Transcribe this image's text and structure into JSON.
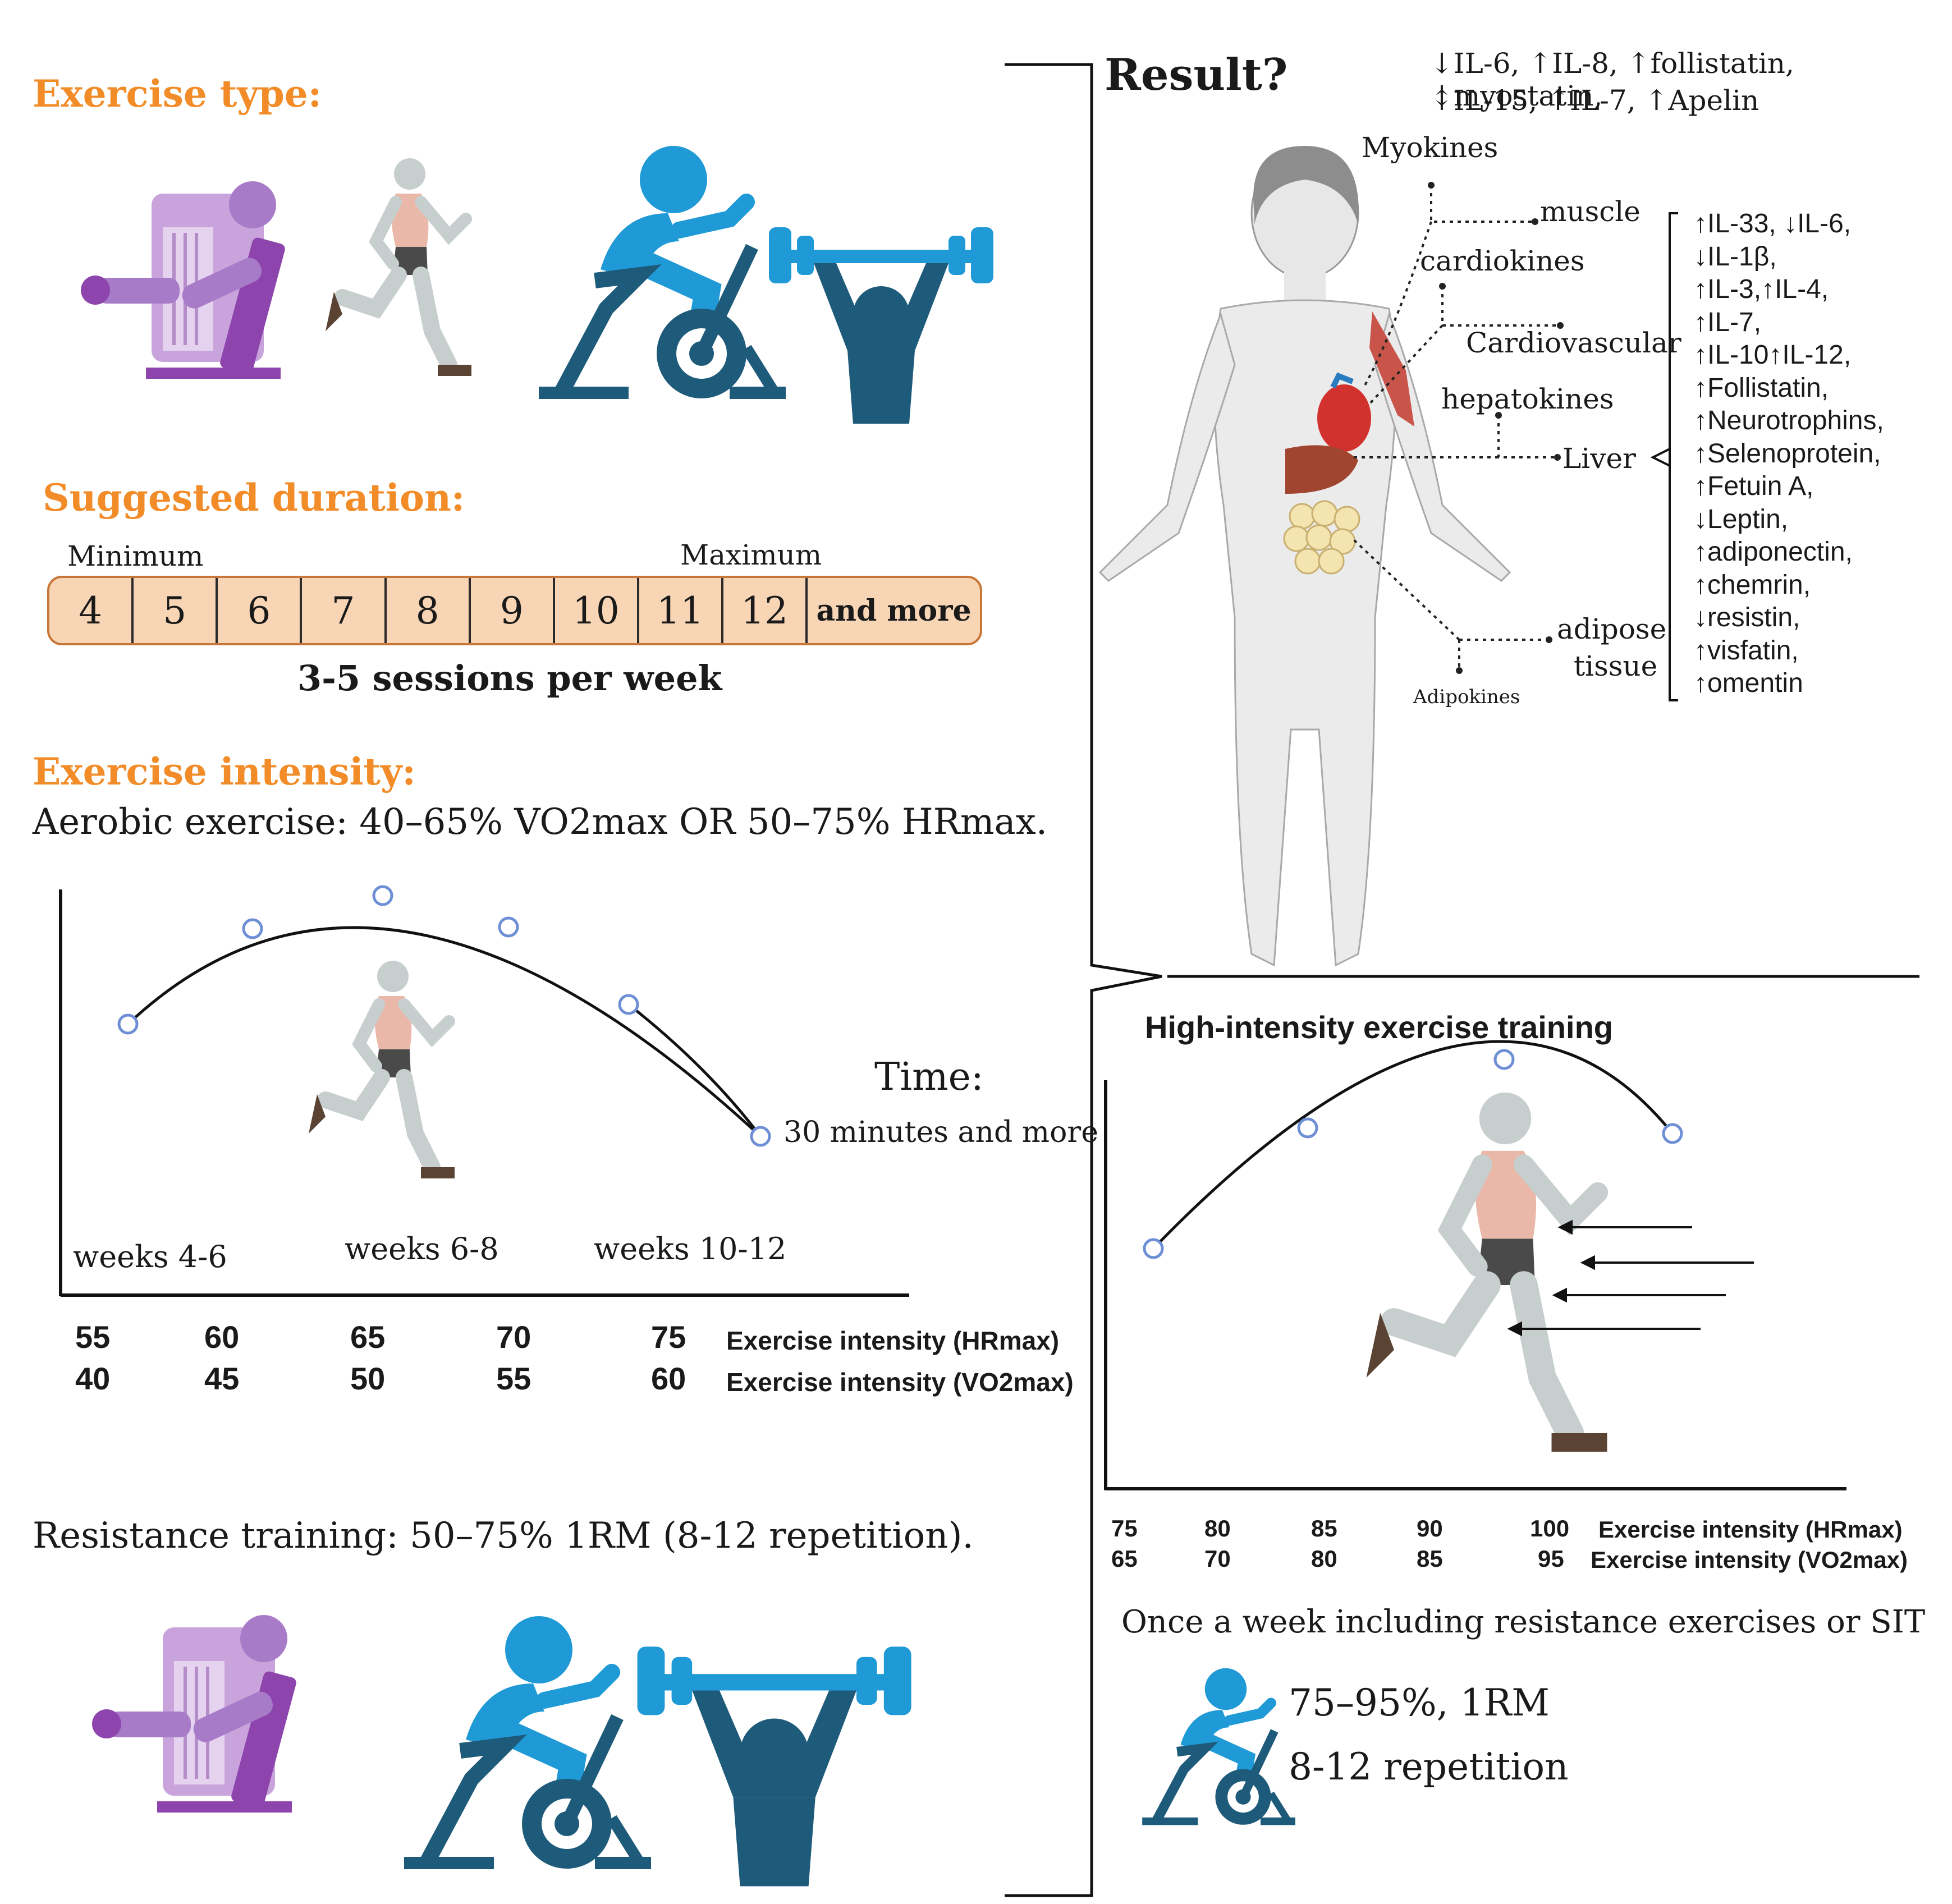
{
  "exercise_type": {
    "title": "Exercise type:"
  },
  "duration": {
    "title": "Suggested duration:",
    "min_label": "Minimum",
    "max_label": "Maximum",
    "cells": [
      "4",
      "5",
      "6",
      "7",
      "8",
      "9",
      "10",
      "11",
      "12",
      "and more"
    ],
    "sessions": "3-5 sessions per week"
  },
  "intensity": {
    "title": "Exercise intensity:",
    "aerobic": "Aerobic exercise: 40–65% VO2max OR 50–75% HRmax.",
    "time_label": "Time:",
    "time_value": "30 minutes and more",
    "weeks": [
      "weeks 4-6",
      "weeks 6-8",
      "weeks 10-12"
    ],
    "hr_values": [
      "55",
      "60",
      "65",
      "70",
      "75"
    ],
    "vo2_values": [
      "40",
      "45",
      "50",
      "55",
      "60"
    ],
    "hr_label": "Exercise intensity (HRmax)",
    "vo2_label": "Exercise intensity (VO2max)",
    "resistance": "Resistance training: 50–75% 1RM (8-12 repetition)."
  },
  "result": {
    "title": "Result?",
    "top_line1": "↓IL-6, ↑IL-8, ↑follistatin, ↓myostatin,",
    "top_line2": "↑IL-15, ↑IL-7, ↑Apelin",
    "myokines": "Myokines",
    "muscle": "muscle",
    "cardiokines": "cardiokines",
    "cardiovascular": "Cardiovascular",
    "hepatokines": "hepatokines",
    "liver": "Liver",
    "adipose1": "adipose",
    "adipose2": "tissue",
    "adipokines": "Adipokines",
    "list": [
      "↑IL-33, ↓IL-6,",
      "↓IL-1β,",
      "↑IL-3,↑IL-4,",
      "↑IL-7,",
      "↑IL-10↑IL-12,",
      "↑Follistatin,",
      "↑Neurotrophins,",
      "↑Selenoprotein,",
      "↑Fetuin A,",
      "↓Leptin,",
      "↑adiponectin,",
      "↑chemrin,",
      "↓resistin,",
      "↑visfatin,",
      "↑omentin"
    ]
  },
  "hiit": {
    "title": "High-intensity exercise training",
    "hr_values": [
      "75",
      "80",
      "85",
      "90",
      "100"
    ],
    "vo2_values": [
      "65",
      "70",
      "80",
      "85",
      "95"
    ],
    "hr_label": "Exercise intensity (HRmax)",
    "vo2_label": "Exercise intensity (VO2max)",
    "once": "Once a week including resistance exercises or SIT",
    "rm": "75–95%, 1RM",
    "rep": "8-12 repetition"
  },
  "colors": {
    "orange": "#f28c28",
    "purple": "#9b59b6",
    "blue": "#1f9ad6",
    "navy": "#1e5a7a"
  }
}
